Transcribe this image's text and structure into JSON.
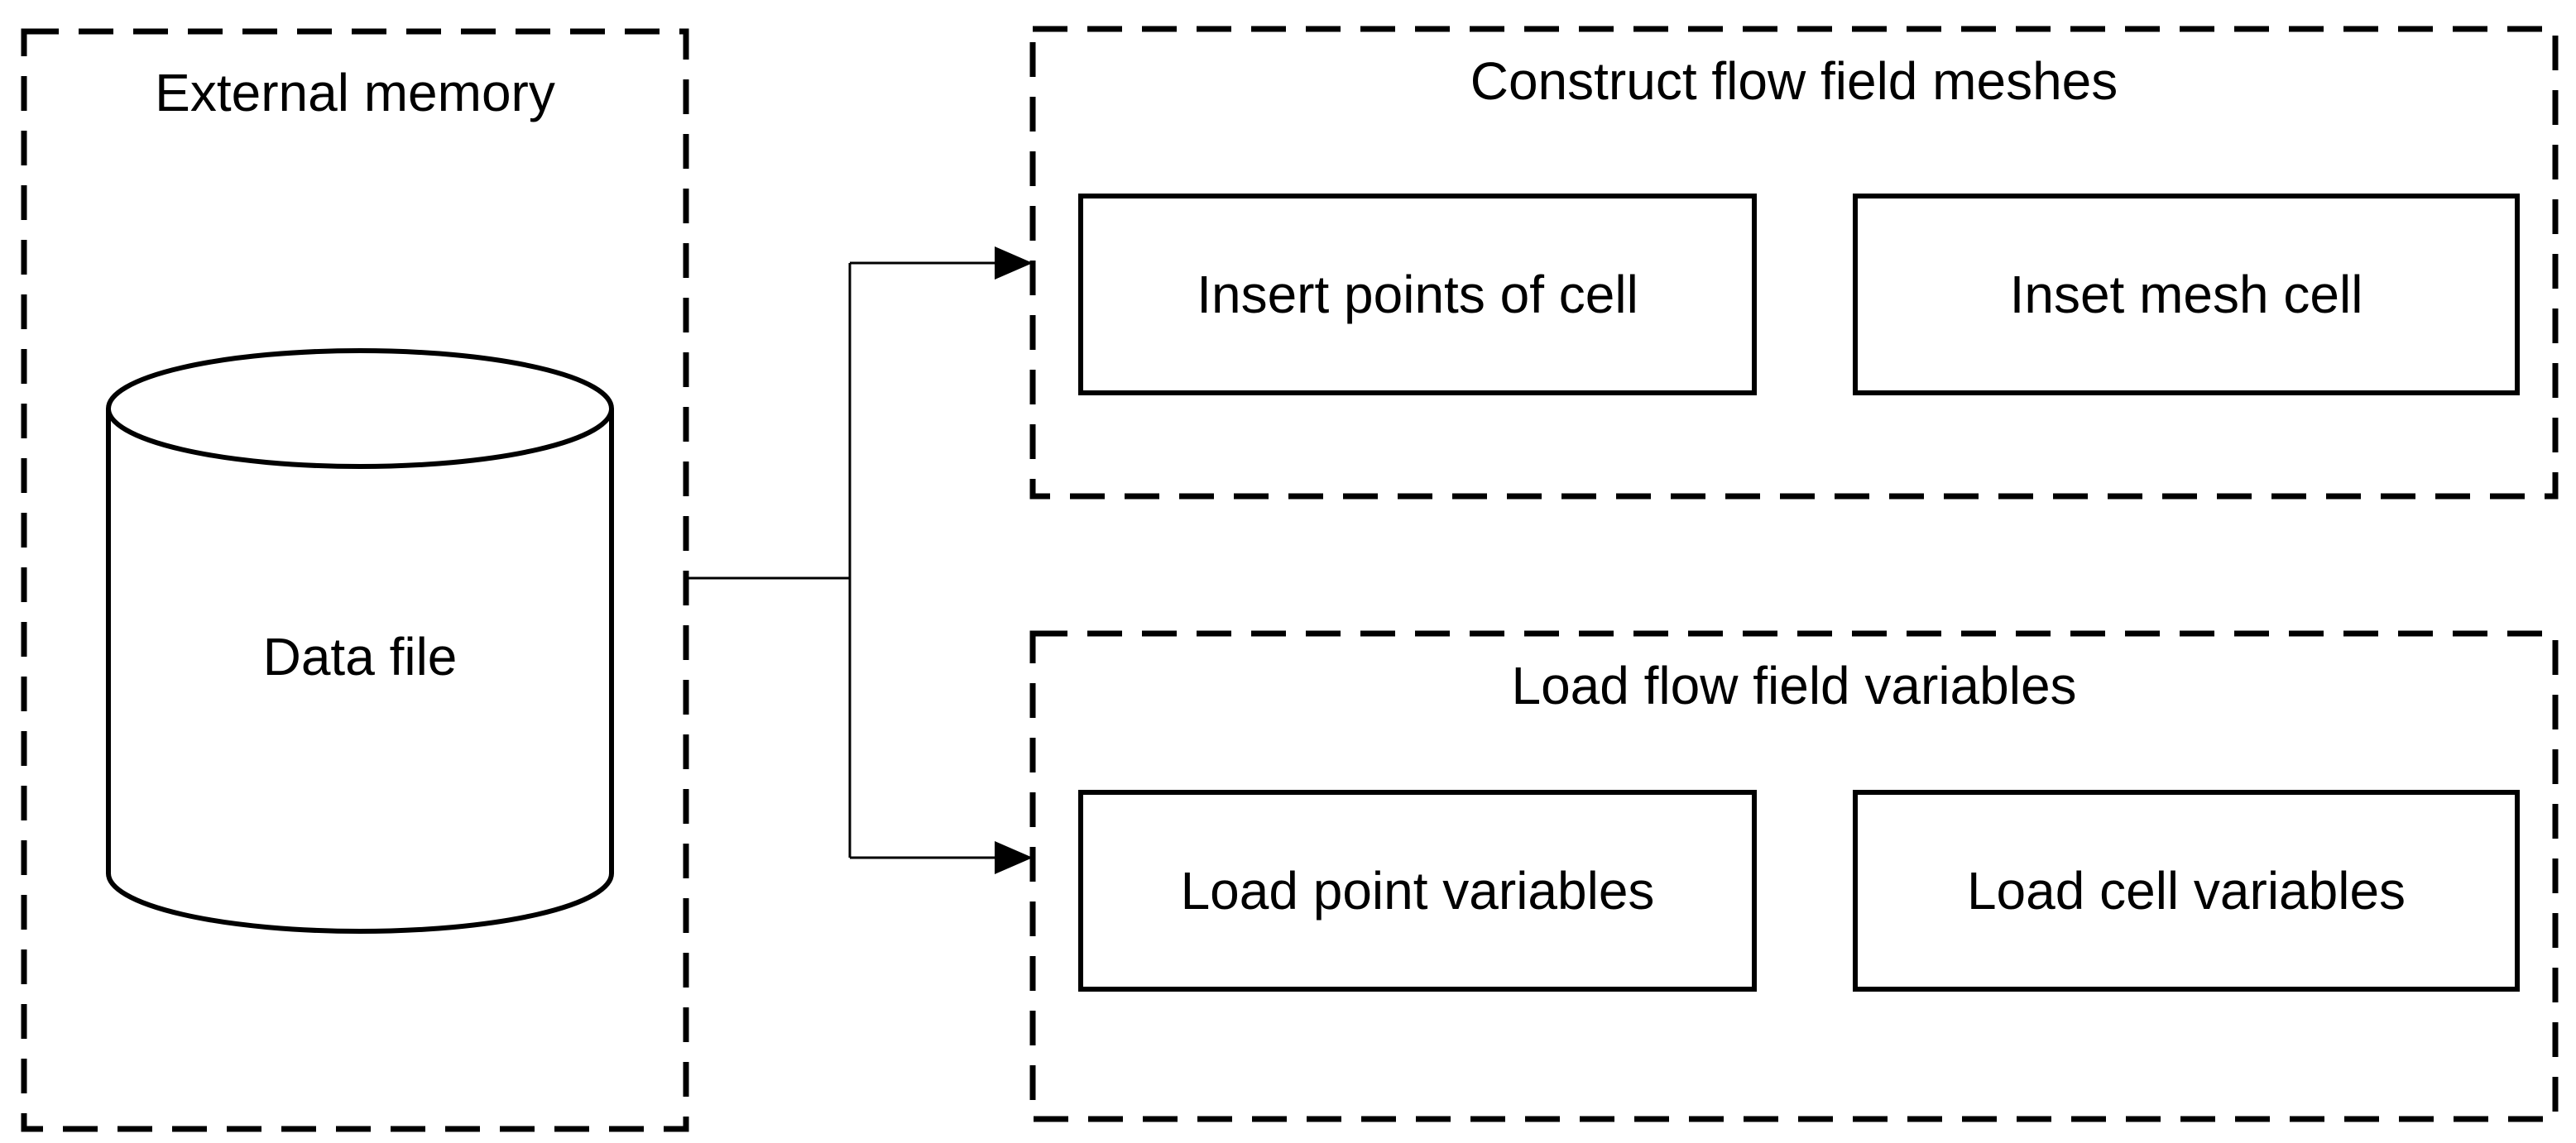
{
  "diagram": {
    "external_memory": {
      "title": "External memory",
      "data_file_label": "Data file"
    },
    "construct_meshes": {
      "title": "Construct flow field meshes",
      "boxes": [
        {
          "label": "Insert points of cell"
        },
        {
          "label": "Inset mesh cell"
        }
      ]
    },
    "load_variables": {
      "title": "Load flow field variables",
      "boxes": [
        {
          "label": "Load point variables"
        },
        {
          "label": "Load cell variables"
        }
      ]
    },
    "colors": {
      "stroke": "#000000",
      "background": "#ffffff"
    }
  }
}
